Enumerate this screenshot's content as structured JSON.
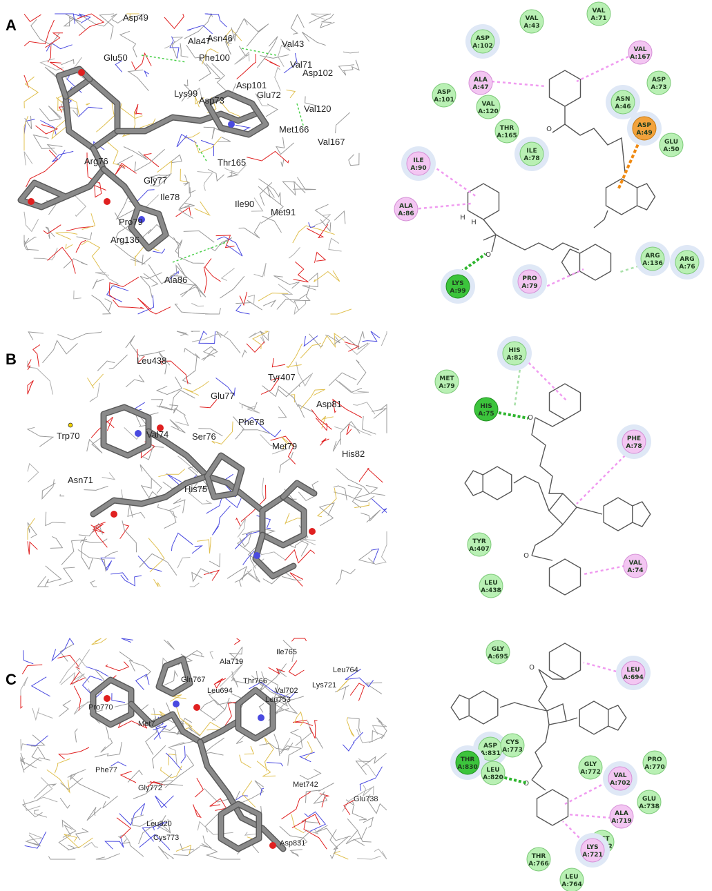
{
  "panels": [
    {
      "letter": "A",
      "labels3d": [
        "Asp49",
        "Ala47",
        "Asn46",
        "Val43",
        "Glu50",
        "Phe100",
        "Val71",
        "Asp102",
        "Lys99",
        "Asp73",
        "Asp101",
        "Glu72",
        "Val120",
        "Met166",
        "Val167",
        "Arg76",
        "Thr165",
        "Gly77",
        "Ile78",
        "Ile90",
        "Met91",
        "Pro79",
        "Arg136",
        "Ala86"
      ],
      "residues": [
        {
          "name": "VAL",
          "id": "A:43",
          "type": "vdw"
        },
        {
          "name": "VAL",
          "id": "A:71",
          "type": "vdw"
        },
        {
          "name": "ASP",
          "id": "A:102",
          "type": "vdw"
        },
        {
          "name": "VAL",
          "id": "A:167",
          "type": "alkyl"
        },
        {
          "name": "ALA",
          "id": "A:47",
          "type": "alkyl"
        },
        {
          "name": "ASP",
          "id": "A:73",
          "type": "vdw"
        },
        {
          "name": "ASP",
          "id": "A:101",
          "type": "vdw"
        },
        {
          "name": "VAL",
          "id": "A:120",
          "type": "vdw"
        },
        {
          "name": "ASN",
          "id": "A:46",
          "type": "vdw"
        },
        {
          "name": "THR",
          "id": "A:165",
          "type": "vdw"
        },
        {
          "name": "ASP",
          "id": "A:49",
          "type": "pi-anion"
        },
        {
          "name": "GLU",
          "id": "A:50",
          "type": "vdw"
        },
        {
          "name": "ILE",
          "id": "A:78",
          "type": "vdw"
        },
        {
          "name": "ILE",
          "id": "A:90",
          "type": "alkyl"
        },
        {
          "name": "ALA",
          "id": "A:86",
          "type": "alkyl"
        },
        {
          "name": "ARG",
          "id": "A:136",
          "type": "vdw"
        },
        {
          "name": "ARG",
          "id": "A:76",
          "type": "vdw"
        },
        {
          "name": "LYS",
          "id": "A:99",
          "type": "hbond"
        },
        {
          "name": "PRO",
          "id": "A:79",
          "type": "alkyl"
        }
      ],
      "atom_labels": [
        "H",
        "H"
      ]
    },
    {
      "letter": "B",
      "labels3d": [
        "Leu438",
        "Tyr407",
        "Glu77",
        "Asp81",
        "Trp70",
        "Val74",
        "Ser76",
        "Phe78",
        "Met79",
        "His82",
        "Asn71",
        "His75"
      ],
      "residues": [
        {
          "name": "HIS",
          "id": "A:82",
          "type": "vdw"
        },
        {
          "name": "MET",
          "id": "A:79",
          "type": "vdw"
        },
        {
          "name": "HIS",
          "id": "A:75",
          "type": "hbond"
        },
        {
          "name": "PHE",
          "id": "A:78",
          "type": "alkyl"
        },
        {
          "name": "TYR",
          "id": "A:407",
          "type": "vdw"
        },
        {
          "name": "VAL",
          "id": "A:74",
          "type": "alkyl"
        },
        {
          "name": "LEU",
          "id": "A:438",
          "type": "vdw"
        }
      ]
    },
    {
      "letter": "C",
      "labels3d": [
        "Ile765",
        "Ala719",
        "Leu764",
        "Gln767",
        "Thr766",
        "Lys721",
        "Leu694",
        "Val702",
        "Leu753",
        "Pro770",
        "Met7",
        "Phe77",
        "Gly772",
        "Met742",
        "Glu738",
        "Leu820",
        "Cys773",
        "Asp831"
      ],
      "residues": [
        {
          "name": "GLY",
          "id": "A:695",
          "type": "vdw"
        },
        {
          "name": "LEU",
          "id": "A:694",
          "type": "alkyl"
        },
        {
          "name": "ASP",
          "id": "A:831",
          "type": "vdw"
        },
        {
          "name": "CYS",
          "id": "A:773",
          "type": "vdw"
        },
        {
          "name": "THR",
          "id": "A:830",
          "type": "hbond"
        },
        {
          "name": "LEU",
          "id": "A:820",
          "type": "vdw"
        },
        {
          "name": "GLY",
          "id": "A:772",
          "type": "vdw"
        },
        {
          "name": "PRO",
          "id": "A:770",
          "type": "vdw"
        },
        {
          "name": "VAL",
          "id": "A:702",
          "type": "alkyl"
        },
        {
          "name": "GLU",
          "id": "A:738",
          "type": "vdw"
        },
        {
          "name": "ALA",
          "id": "A:719",
          "type": "alkyl"
        },
        {
          "name": "MET",
          "id": "A:742",
          "type": "vdw"
        },
        {
          "name": "LYS",
          "id": "A:721",
          "type": "alkyl"
        },
        {
          "name": "THR",
          "id": "A:766",
          "type": "vdw"
        },
        {
          "name": "LEU",
          "id": "A:764",
          "type": "vdw"
        }
      ]
    }
  ],
  "colors": {
    "vdw": "#b9f0b4",
    "vdw_stroke": "#7cc978",
    "hbond": "#3cc43c",
    "alkyl": "#f3c6f2",
    "alkyl_stroke": "#d58fd6",
    "pi_anion": "#f2a23c",
    "halo": "#dfe8f6",
    "hbond_line": "#2db52d",
    "alkyl_line": "#f09af0",
    "anion_line": "#f08a12",
    "ligand": "#6e6e6e",
    "oxygen": "#e02020",
    "nitrogen": "#4a4ae0"
  }
}
